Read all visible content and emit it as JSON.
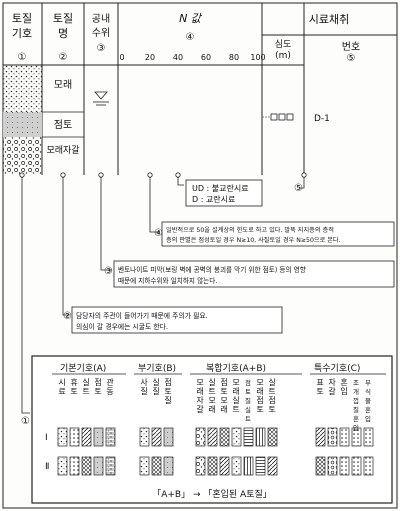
{
  "header": {
    "col1": [
      "토질",
      "기호"
    ],
    "col2": [
      "토질",
      "명"
    ],
    "col3": [
      "공내",
      "수위"
    ],
    "col4": "N 값",
    "col5": "시료채취",
    "col5a": [
      "심도",
      "(m)"
    ],
    "col5b": "번호",
    "nums": [
      "①",
      "②",
      "③",
      "④",
      "⑤"
    ],
    "scale": [
      "0",
      "20",
      "40",
      "60",
      "80",
      "100"
    ]
  },
  "soil_layers": [
    "모래",
    "점토",
    "모래자갈"
  ],
  "sample_id": "D-1",
  "circle_nums": [
    "①",
    "②",
    "③",
    "④",
    "⑤"
  ],
  "notes": {
    "n5": [
      "UD : 불교란시료",
      "D : 교란시료"
    ],
    "n4": [
      "일반적으로 50을 설계상의 한도로 하고 있다. 말뚝 지지층의 층적",
      "층의 판별은 점성토일 경우 N≥10, 사질토일 경우 N≥50으로 본다."
    ],
    "n3": [
      "벤토나이트 피막(보링 벽에 공벽의 붕괴를 막기 위한 점토) 등의 영향",
      "때문에 지하수위와 일치하지 않는다."
    ],
    "n2": [
      "담당자의 주관이 들어가기 때문에 주의가 필요.",
      "의심이 갈 경우에는 시굴도 한다."
    ]
  },
  "legend": {
    "groups": [
      "기본기호(A)",
      "부기호(B)",
      "복합기호(A+B)",
      "특수기호(C)"
    ],
    "symbols": [
      "시료",
      "휴토",
      "실트",
      "점토",
      "관동",
      "사질",
      "실질",
      "점토질",
      "모래자갈",
      "실트모래",
      "점토모래",
      "모래실트",
      "점토질실트",
      "모래점토",
      "실트점토",
      "표토",
      "자갈",
      "혼입",
      "조개껍질혼입",
      "부식물혼입"
    ],
    "rows": [
      "Ⅰ",
      "Ⅱ"
    ],
    "footer": "「A+B」 → 「혼입된 A토질」"
  }
}
